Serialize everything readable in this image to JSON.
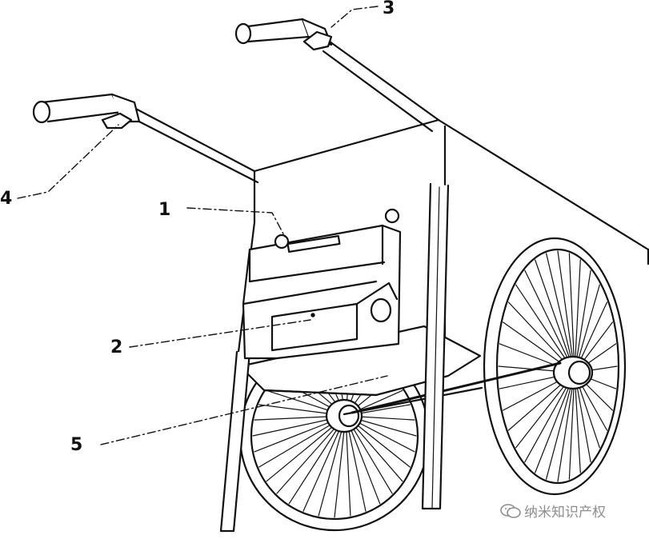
{
  "figure": {
    "callouts": [
      {
        "id": "1",
        "label": "1"
      },
      {
        "id": "2",
        "label": "2"
      },
      {
        "id": "3",
        "label": "3"
      },
      {
        "id": "4",
        "label": "4"
      },
      {
        "id": "5",
        "label": "5"
      }
    ],
    "watermark": {
      "text": "纳米知识产权",
      "icon": "wechat-icon"
    }
  }
}
